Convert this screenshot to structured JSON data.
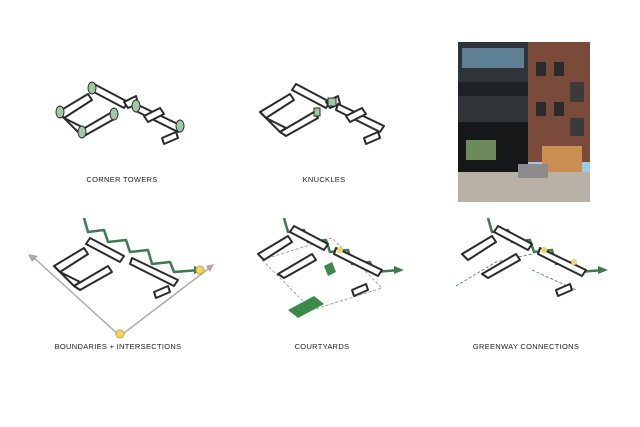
{
  "panels": {
    "corner_towers": {
      "caption": "CORNER TOWERS"
    },
    "knuckles": {
      "caption": "KNUCKLES"
    },
    "boundaries": {
      "caption": "BOUNDARIES + INTERSECTIONS"
    },
    "courtyards": {
      "caption": "COURTYARDS"
    },
    "greenway": {
      "caption": "GREENWAY CONNECTIONS"
    }
  },
  "photo": {
    "subject": "building-exterior-photo"
  },
  "colors": {
    "building_stroke": "#2b2b2b",
    "building_fill": "#ffffff",
    "tower_green": "#9fc9a6",
    "greenway": "#3f7a4f",
    "courtyard": "#3b8a4a",
    "intersection": "#f2d36b",
    "boundary": "#b0aaa6",
    "sky": "#9ec8e6",
    "brick": "#7a4a3a"
  }
}
